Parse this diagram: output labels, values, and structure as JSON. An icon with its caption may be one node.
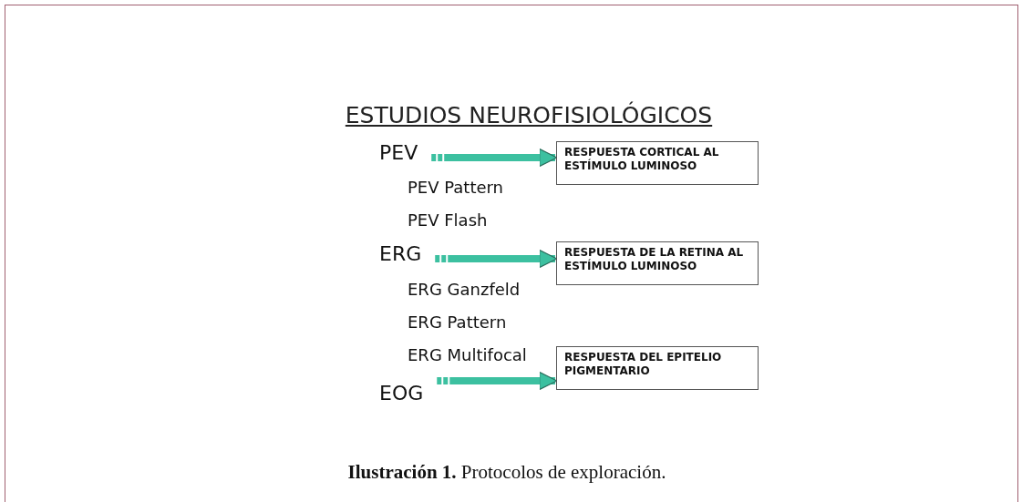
{
  "diagram": {
    "title": "ESTUDIOS NEUROFISIOLÓGICOS",
    "caption": "**Ilustración 1.** Protocolos de exploración.",
    "nodes": [
      {
        "text": [
          "PEV"
        ]
      },
      {
        "text": [
          "ERG"
        ]
      },
      {
        "text": [
          "EOG"
        ]
      },
      {
        "text": [
          "RESPUESTA CORTICAL AL ESTÍMULO LUMINOSO"
        ]
      },
      {
        "text": [
          "RESPUESTA DE LA RETINA AL ESTÍMULO LUMINOSO"
        ]
      },
      {
        "text": [
          "RESPUESTA DEL EPITELIO PIGMENTARIO"
        ]
      }
    ],
    "edges": [
      {
        "from": 0,
        "to": 3,
        "arrow": "to"
      },
      {
        "from": 1,
        "to": 4,
        "arrow": "to"
      },
      {
        "from": 2,
        "to": 5,
        "arrow": "to"
      }
    ],
    "labels": [
      "PEV Pattern",
      "PEV Flash",
      "ERG Ganzfeld",
      "ERG Pattern",
      "ERG Multifocal"
    ]
  }
}
